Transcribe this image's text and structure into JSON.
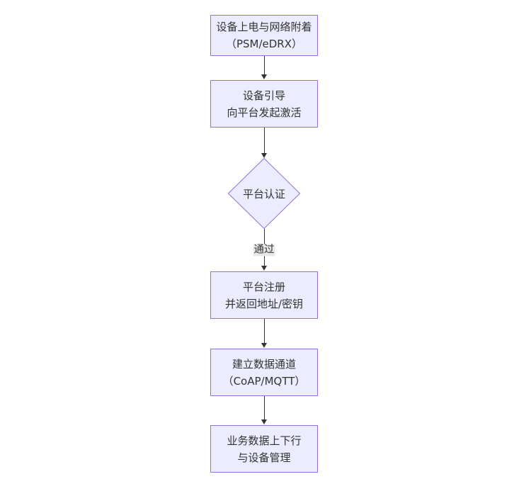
{
  "diagram": {
    "type": "flowchart",
    "direction": "top-down",
    "colors": {
      "bg": "#ffffff",
      "node_fill": "#ECECFF",
      "node_border": "#9370DB",
      "arrow_color": "#333333",
      "edge_label_bg": "#e8e8e8",
      "text_color": "#333333"
    },
    "nodes": [
      {
        "id": "power-attach",
        "type": "rect",
        "lines": [
          "设备上电与网络附着",
          "（PSM/eDRX）"
        ]
      },
      {
        "id": "bootstrap",
        "type": "rect",
        "lines": [
          "设备引导",
          "向平台发起激活"
        ]
      },
      {
        "id": "platform-auth",
        "type": "diamond",
        "lines": [
          "平台认证"
        ]
      },
      {
        "id": "platform-register",
        "type": "rect",
        "lines": [
          "平台注册",
          "并返回地址/密钥"
        ]
      },
      {
        "id": "data-channel",
        "type": "rect",
        "lines": [
          "建立数据通道",
          "（CoAP/MQTT）"
        ]
      },
      {
        "id": "business-data",
        "type": "rect",
        "lines": [
          "业务数据上下行",
          "与设备管理"
        ]
      }
    ],
    "edges": [
      {
        "from": "power-attach",
        "to": "bootstrap",
        "label": ""
      },
      {
        "from": "bootstrap",
        "to": "platform-auth",
        "label": ""
      },
      {
        "from": "platform-auth",
        "to": "platform-register",
        "label": "通过"
      },
      {
        "from": "platform-register",
        "to": "data-channel",
        "label": ""
      },
      {
        "from": "data-channel",
        "to": "business-data",
        "label": ""
      }
    ]
  }
}
